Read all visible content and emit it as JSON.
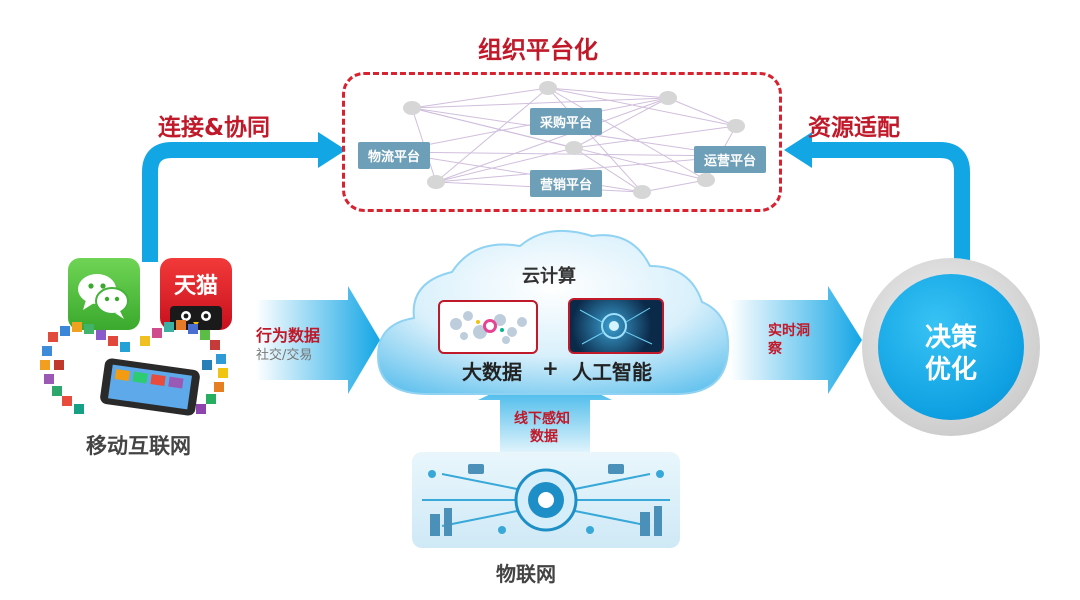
{
  "top": {
    "title": "组织平台化"
  },
  "left_arrow_label": "连接&协同",
  "right_arrow_label": "资源适配",
  "platforms": {
    "logistics": "物流平台",
    "procurement": "采购平台",
    "marketing": "营销平台",
    "operations": "运营平台"
  },
  "mobile": {
    "tmall_label": "天猫",
    "caption": "移动互联网"
  },
  "behavior": {
    "title": "行为数据",
    "subtitle": "社交/交易"
  },
  "cloud": {
    "title": "云计算",
    "big_data": "大数据",
    "plus": "+",
    "ai": "人工智能"
  },
  "insight_label": "实时洞察",
  "offline": {
    "line1": "线下感知",
    "line2": "数据"
  },
  "iot": {
    "caption": "物联网"
  },
  "decision": {
    "line1": "决策",
    "line2": "优化"
  },
  "colors": {
    "accent_red": "#c0192a",
    "arrow_blue": "#13a6e5",
    "platform_label": "#6e9fb8",
    "decision_blue": "#0ea0e2"
  }
}
